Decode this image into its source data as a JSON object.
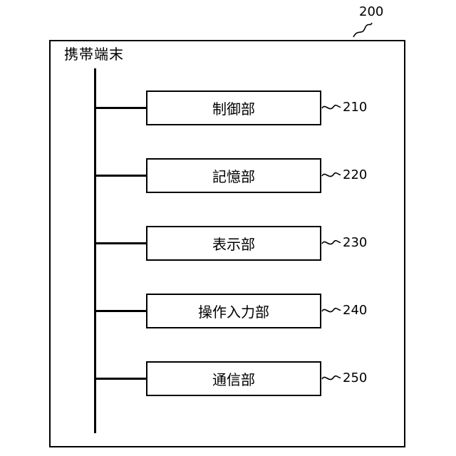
{
  "diagram": {
    "ref_number": "200",
    "device_label": "携帯端末",
    "blocks": [
      {
        "label": "制御部",
        "ref": "210"
      },
      {
        "label": "記憶部",
        "ref": "220"
      },
      {
        "label": "表示部",
        "ref": "230"
      },
      {
        "label": "操作入力部",
        "ref": "240"
      },
      {
        "label": "通信部",
        "ref": "250"
      }
    ]
  }
}
